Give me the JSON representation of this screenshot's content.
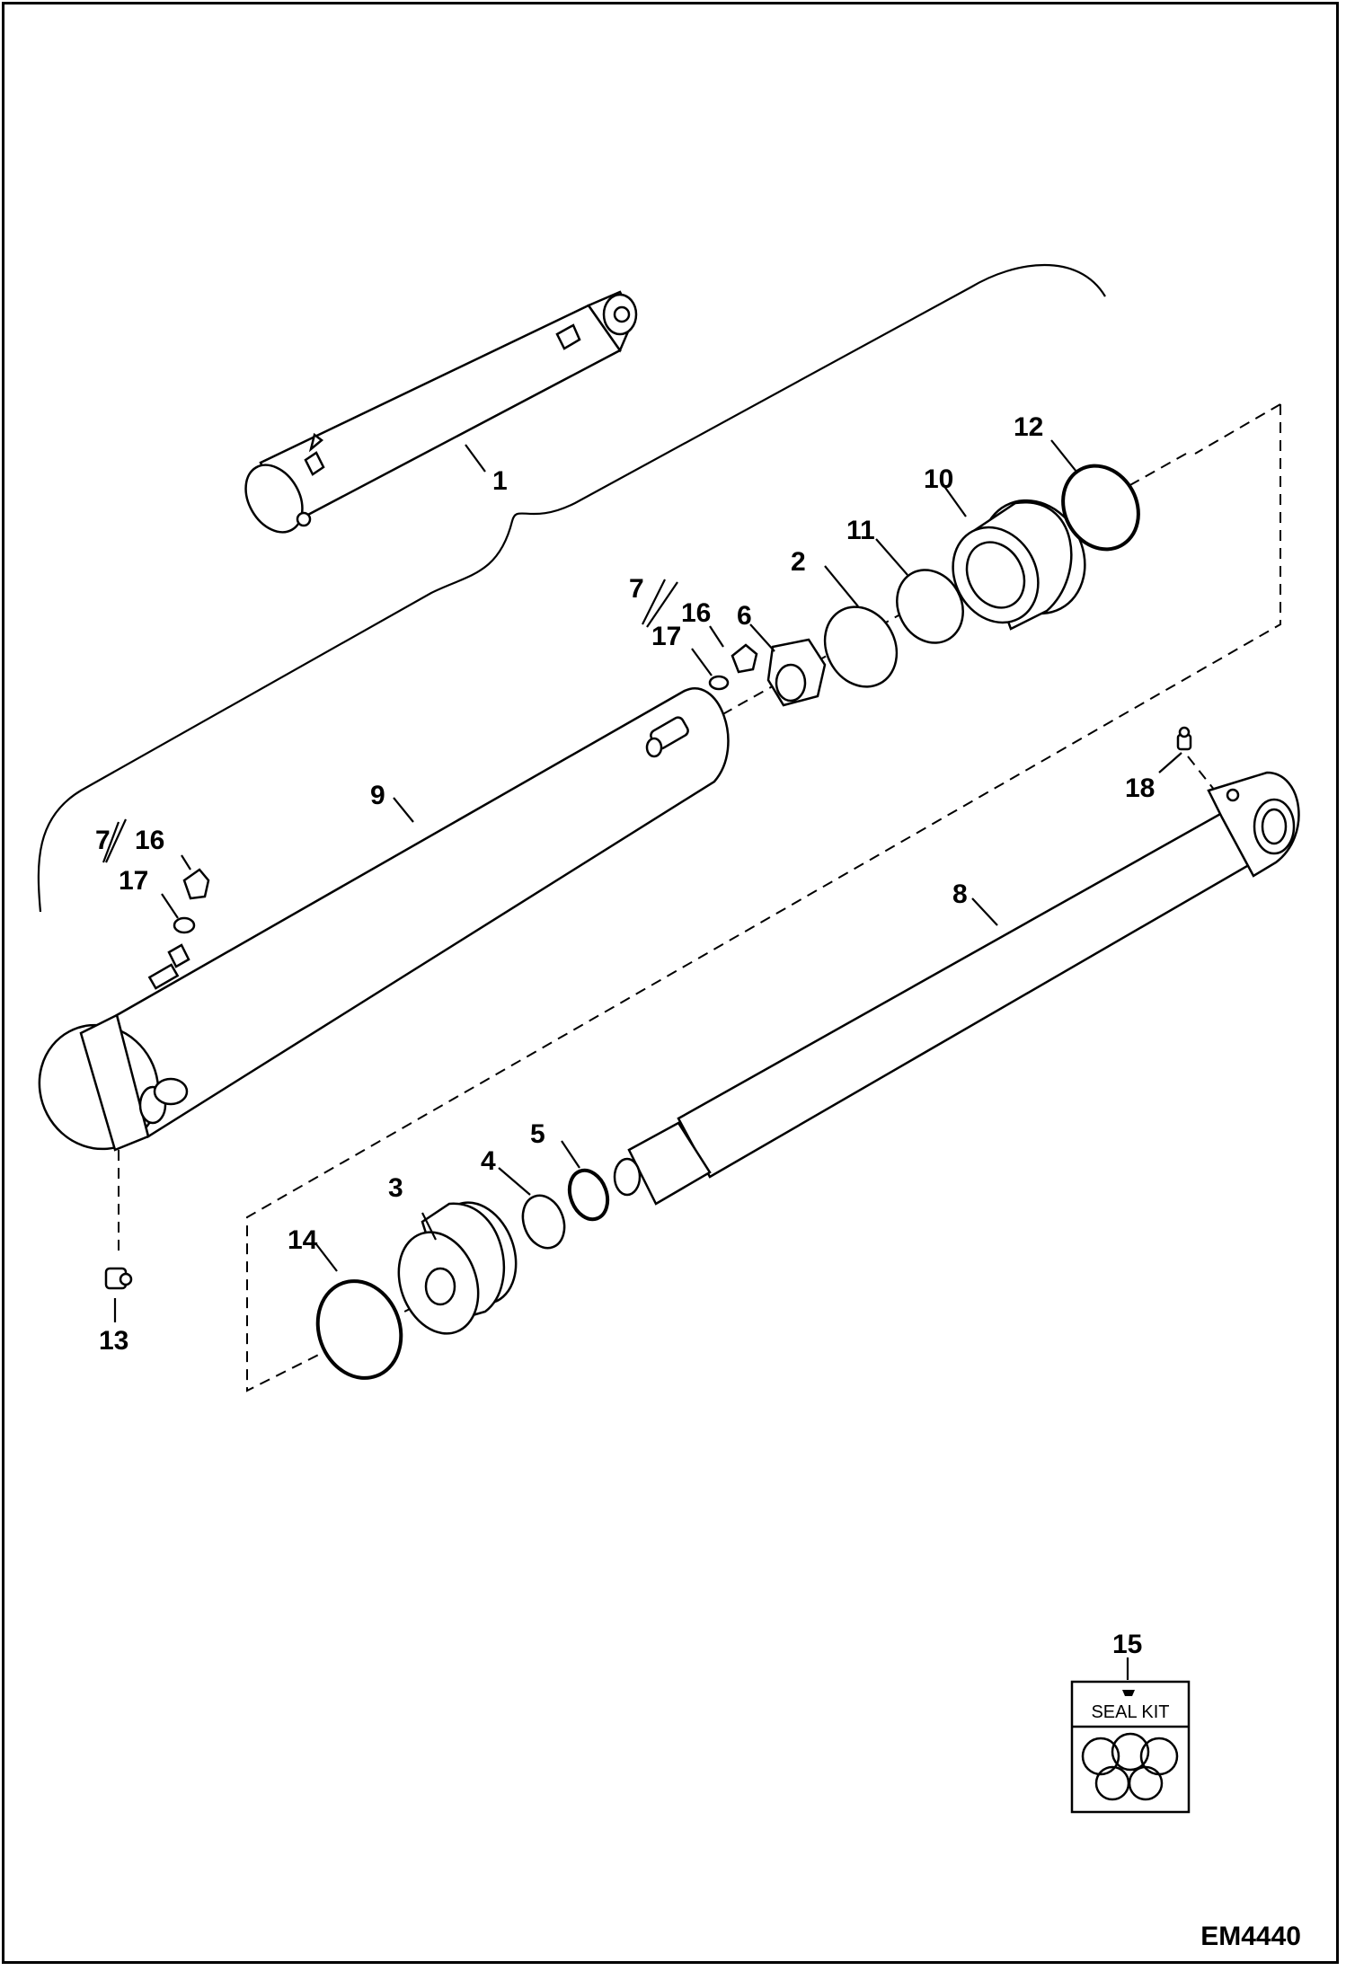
{
  "callouts": {
    "c1": "1",
    "c2": "2",
    "c3": "3",
    "c4": "4",
    "c5": "5",
    "c6": "6",
    "c7a": "7",
    "c7b": "7",
    "c8": "8",
    "c9": "9",
    "c10": "10",
    "c11": "11",
    "c12": "12",
    "c13": "13",
    "c14": "14",
    "c15": "15",
    "c16a": "16",
    "c16b": "16",
    "c17a": "17",
    "c17b": "17",
    "c18": "18"
  },
  "seal_kit": {
    "label": "SEAL KIT"
  },
  "figure_code": "EM4440"
}
